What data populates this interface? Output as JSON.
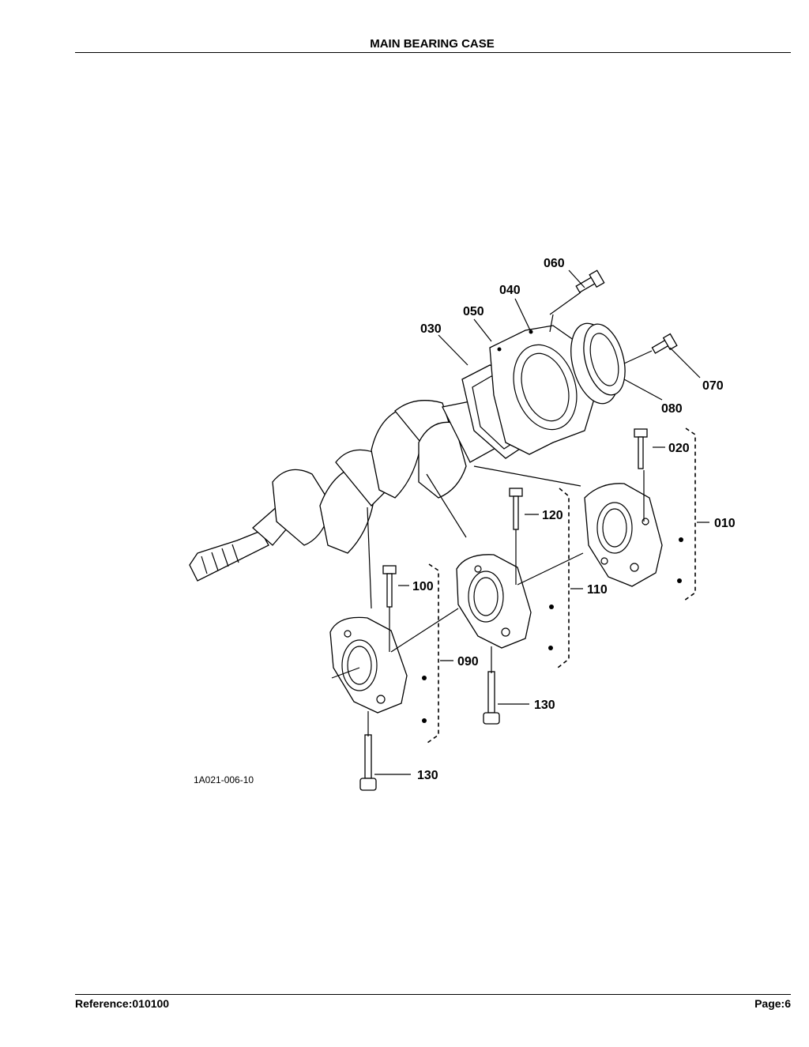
{
  "header": {
    "title": "MAIN BEARING CASE"
  },
  "footer": {
    "reference": "Reference:010100",
    "page": "Page:6"
  },
  "figure": {
    "figure_ref": "1A021-006-10",
    "callouts": {
      "c060": "060",
      "c040": "040",
      "c050": "050",
      "c030": "030",
      "c070": "070",
      "c080": "080",
      "c020": "020",
      "c010": "010",
      "c120": "120",
      "c110": "110",
      "c100": "100",
      "c090": "090",
      "c130a": "130",
      "c130b": "130"
    }
  }
}
